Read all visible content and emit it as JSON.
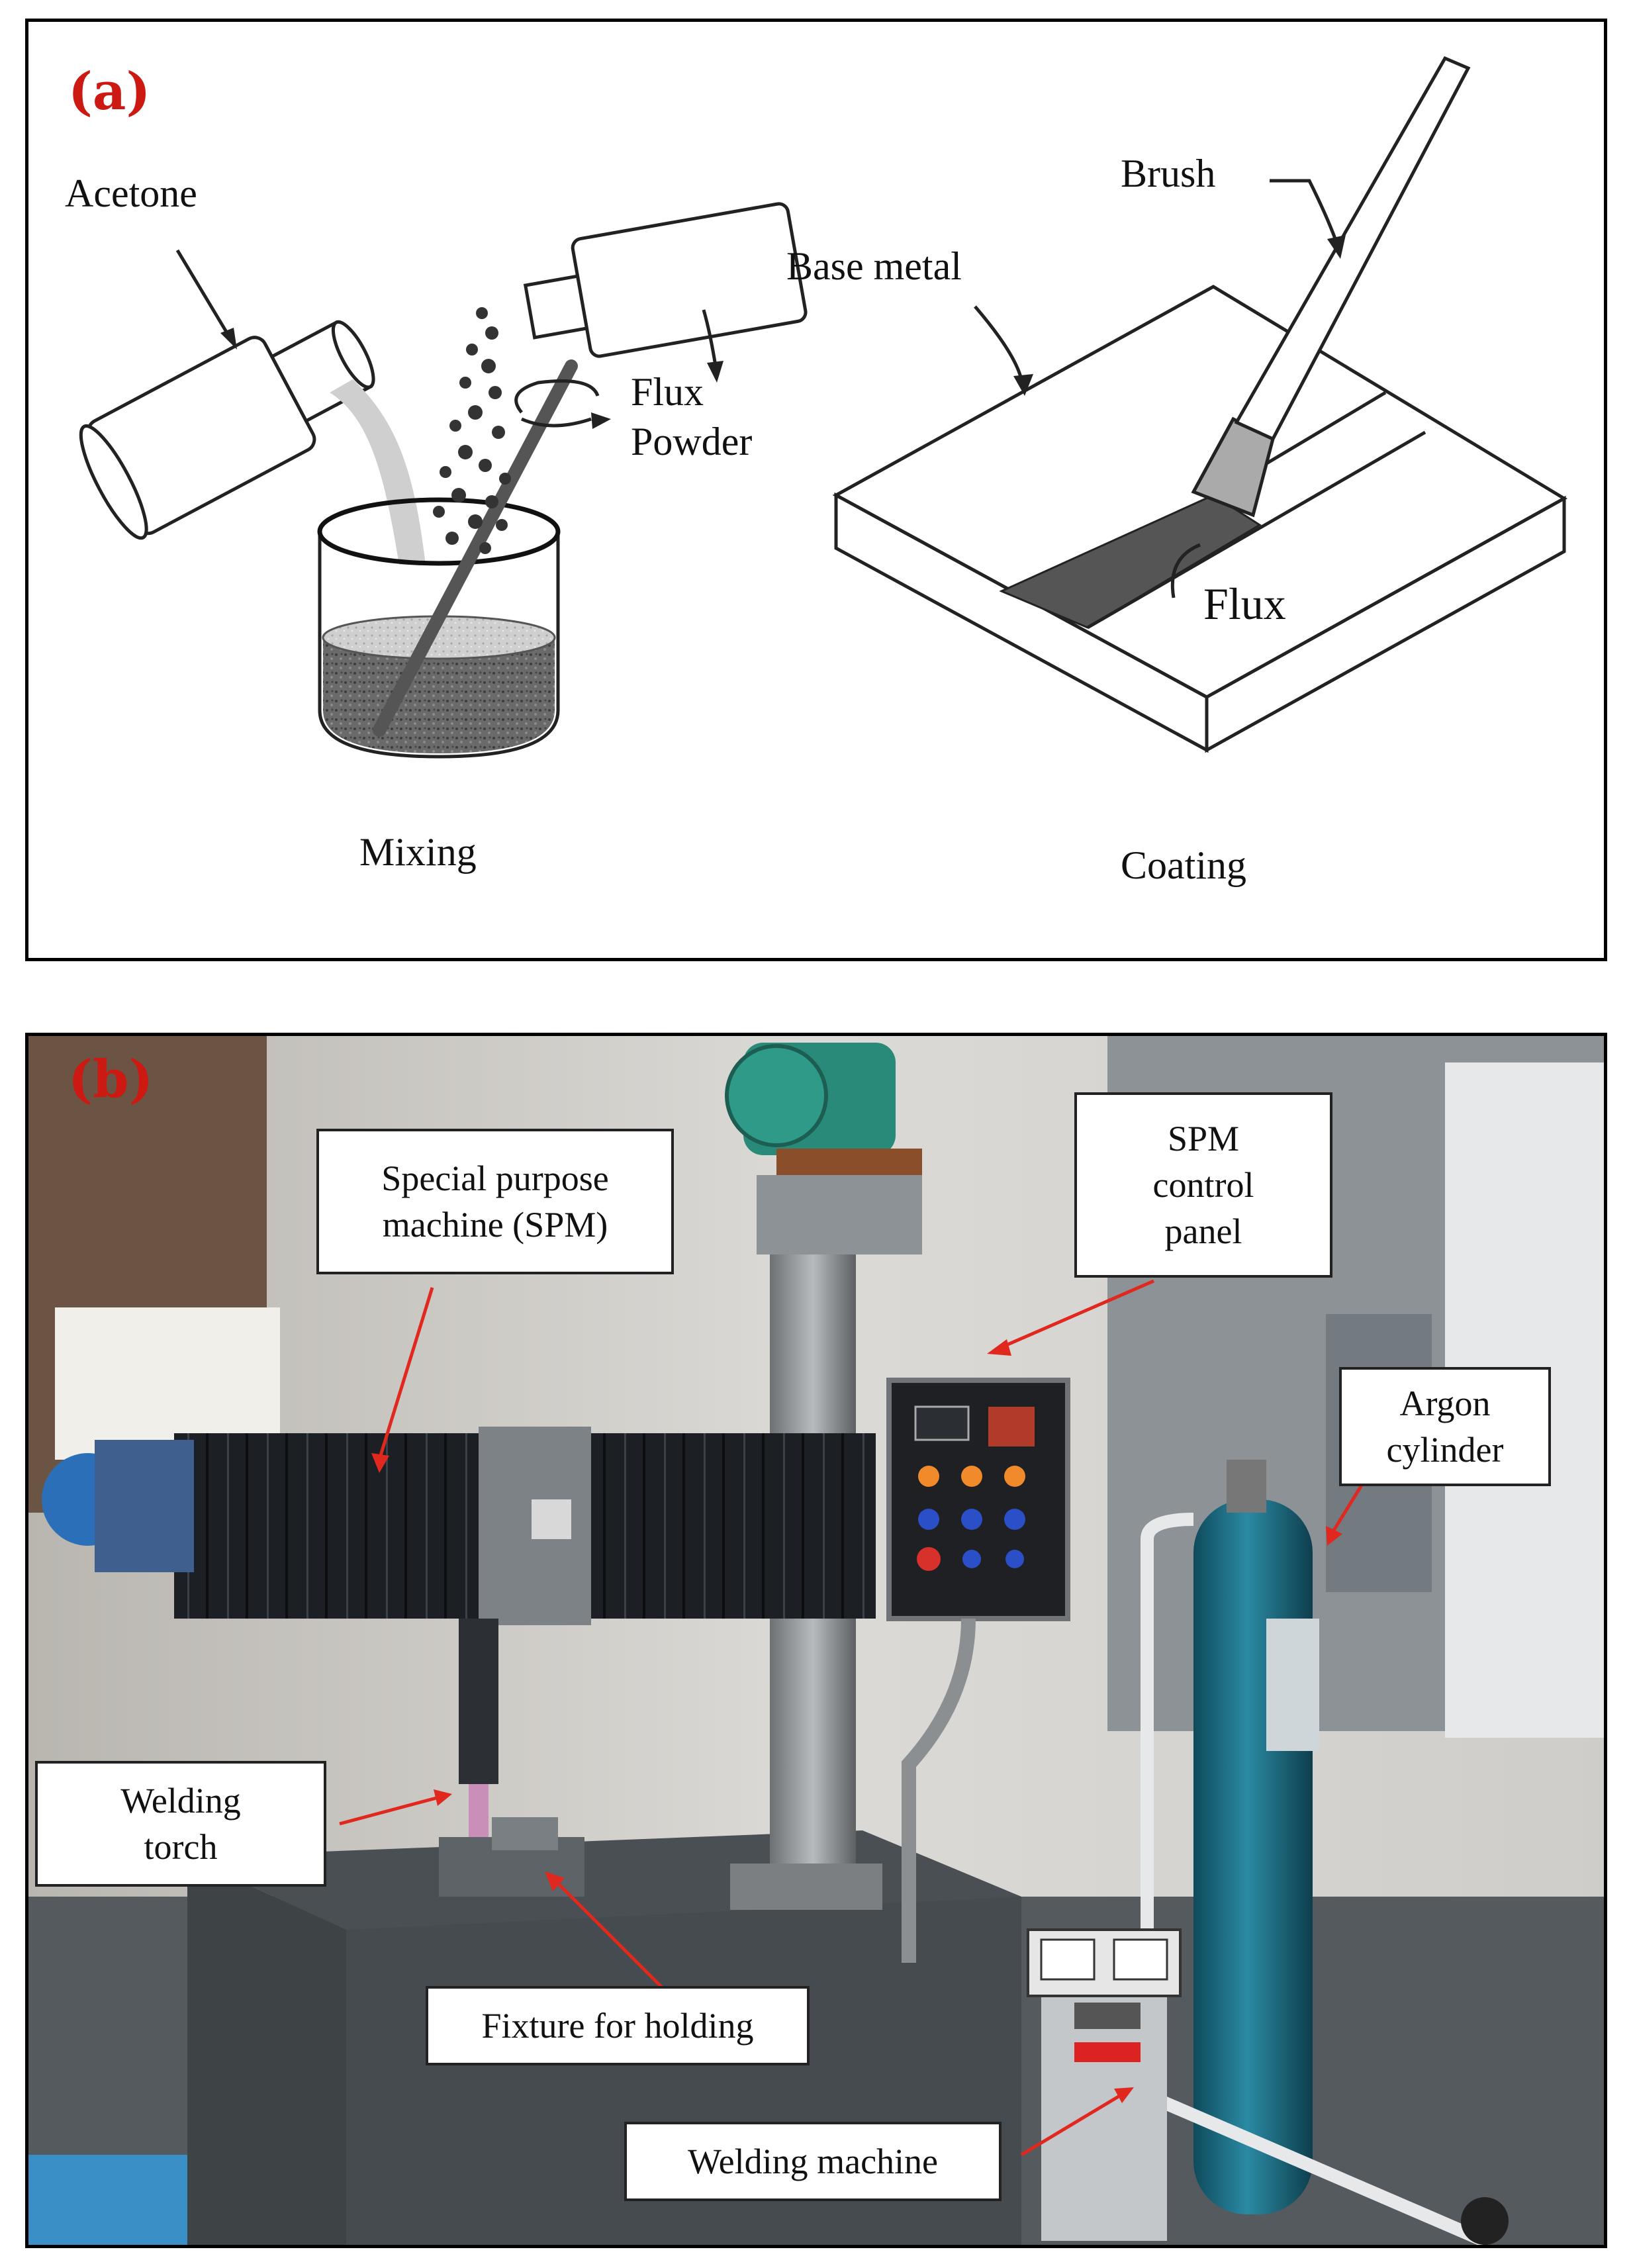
{
  "panel_a": {
    "letter": "(a)",
    "labels": {
      "acetone": "Acetone",
      "flux_powder_1": "Flux",
      "flux_powder_2": "Powder",
      "base_metal": "Base metal",
      "brush": "Brush",
      "flux": "Flux",
      "mixing": "Mixing",
      "coating": "Coating"
    }
  },
  "panel_b": {
    "letter": "(b)",
    "callouts": {
      "spm": "Special purpose\nmachine (SPM)",
      "spm_panel": "SPM\ncontrol\npanel",
      "argon": "Argon\ncylinder",
      "torch": "Welding\ntorch",
      "fixture": "Fixture for holding",
      "welding_machine": "Welding machine"
    }
  },
  "colors": {
    "panel_letter": "#cc1a12",
    "arrow": "#e0281e",
    "argon_cylinder": "#1f6f86",
    "machine_body": "#3e4346",
    "bellows": "#1c2024"
  }
}
